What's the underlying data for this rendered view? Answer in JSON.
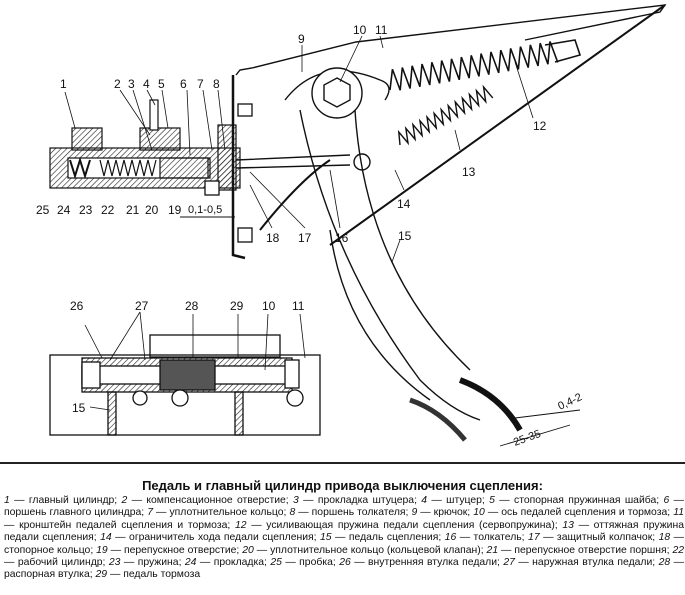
{
  "caption": {
    "title": "Педаль и главный цилиндр привода выключения сцепления:"
  },
  "callouts": [
    "1",
    "2",
    "3",
    "4",
    "5",
    "6",
    "7",
    "8",
    "9",
    "10",
    "11",
    "12",
    "13",
    "14",
    "15",
    "16",
    "17",
    "18",
    "19",
    "20",
    "21",
    "22",
    "23",
    "24",
    "25"
  ],
  "section_callouts": [
    "26",
    "27",
    "28",
    "29",
    "10",
    "11",
    "15"
  ],
  "dimensions": {
    "piston_gap": "0,1-0,5",
    "pedal_free_play": "0,4-2",
    "pedal_travel": "25-35"
  },
  "legend": [
    {
      "n": "1",
      "text": "главный цилиндр"
    },
    {
      "n": "2",
      "text": "компенсационное отверстие"
    },
    {
      "n": "3",
      "text": "прокладка штуцера"
    },
    {
      "n": "4",
      "text": "штуцер"
    },
    {
      "n": "5",
      "text": "стопорная пружинная шайба"
    },
    {
      "n": "6",
      "text": "поршень главного цилиндра"
    },
    {
      "n": "7",
      "text": "уплотнительное кольцо"
    },
    {
      "n": "8",
      "text": "поршень толкателя"
    },
    {
      "n": "9",
      "text": "крючок"
    },
    {
      "n": "10",
      "text": "ось педалей сцепления и тормоза"
    },
    {
      "n": "11",
      "text": "кронштейн педалей сцепления и тормоза"
    },
    {
      "n": "12",
      "text": "усиливающая пружина педали сцепления (сервопружина)"
    },
    {
      "n": "13",
      "text": "оттяжная пружина педали сцепления"
    },
    {
      "n": "14",
      "text": "ограничитель хода педали сцепления"
    },
    {
      "n": "15",
      "text": "педаль сцепления"
    },
    {
      "n": "16",
      "text": "толкатель"
    },
    {
      "n": "17",
      "text": "защитный колпачок"
    },
    {
      "n": "18",
      "text": "стопорное кольцо"
    },
    {
      "n": "19",
      "text": "перепускное отверстие"
    },
    {
      "n": "20",
      "text": "уплотнительное кольцо (кольцевой клапан)"
    },
    {
      "n": "21",
      "text": "перепускное отверстие поршня"
    },
    {
      "n": "22",
      "text": "рабочий цилиндр"
    },
    {
      "n": "23",
      "text": "пружина"
    },
    {
      "n": "24",
      "text": "прокладка"
    },
    {
      "n": "25",
      "text": "пробка"
    },
    {
      "n": "26",
      "text": "внутренняя втулка педали"
    },
    {
      "n": "27",
      "text": "наружная втулка педали"
    },
    {
      "n": "28",
      "text": "распорная втулка"
    },
    {
      "n": "29",
      "text": "педаль тормоза"
    }
  ]
}
